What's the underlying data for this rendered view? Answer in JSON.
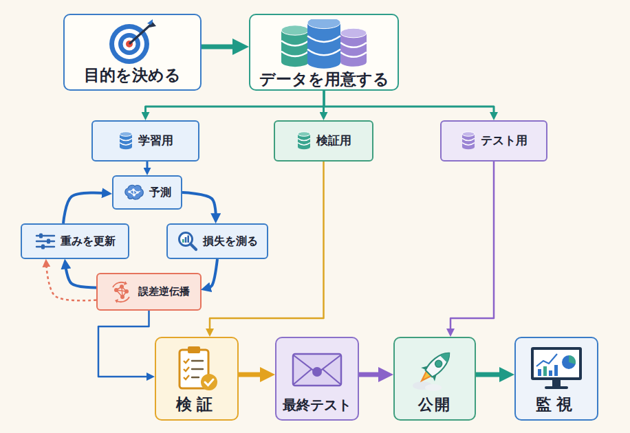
{
  "diagram": {
    "nodes": [
      {
        "text": [
          "目的を決める"
        ]
      },
      {
        "text": [
          "データを用意する"
        ]
      },
      {
        "text": [
          "学習用"
        ]
      },
      {
        "text": [
          "検証用"
        ]
      },
      {
        "text": [
          "テスト用"
        ]
      },
      {
        "text": [
          "予測"
        ]
      },
      {
        "text": [
          "重みを更新"
        ]
      },
      {
        "text": [
          "損失を測る"
        ]
      },
      {
        "text": [
          "誤差逆伝播"
        ]
      },
      {
        "text": [
          "検証"
        ]
      },
      {
        "text": [
          "最終テスト"
        ]
      },
      {
        "text": [
          "公開"
        ]
      },
      {
        "text": [
          "監視"
        ]
      }
    ],
    "edges": [
      {
        "from": 0,
        "to": 1,
        "arrow": "to"
      },
      {
        "from": 1,
        "to": 2,
        "arrow": "to"
      },
      {
        "from": 1,
        "to": 3,
        "arrow": "to"
      },
      {
        "from": 1,
        "to": 4,
        "arrow": "to"
      },
      {
        "from": 2,
        "to": 5,
        "arrow": "to"
      },
      {
        "from": 5,
        "to": 7,
        "arrow": "to"
      },
      {
        "from": 7,
        "to": 8,
        "arrow": "to"
      },
      {
        "from": 8,
        "to": 6,
        "arrow": "to"
      },
      {
        "from": 8,
        "to": 6,
        "arrow": "to"
      },
      {
        "from": 6,
        "to": 5,
        "arrow": "to"
      },
      {
        "from": 3,
        "to": 9,
        "arrow": "to"
      },
      {
        "from": 4,
        "to": 11,
        "arrow": "to"
      },
      {
        "from": 8,
        "to": 9,
        "arrow": "to"
      },
      {
        "from": 9,
        "to": 10,
        "arrow": "to"
      },
      {
        "from": 10,
        "to": 11,
        "arrow": "to"
      },
      {
        "from": 11,
        "to": 12,
        "arrow": "to"
      }
    ]
  }
}
